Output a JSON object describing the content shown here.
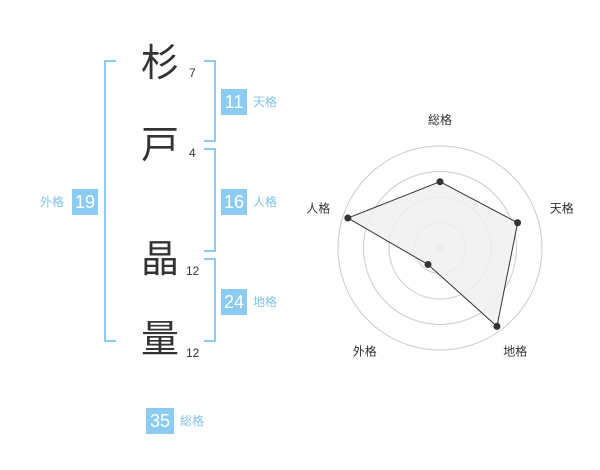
{
  "name": {
    "chars": [
      {
        "char": "杉",
        "strokes": "7"
      },
      {
        "char": "戸",
        "strokes": "4"
      },
      {
        "char": "晶",
        "strokes": "12"
      },
      {
        "char": "量",
        "strokes": "12"
      }
    ]
  },
  "kaku": {
    "tenkaku": {
      "value": "11",
      "label": "天格"
    },
    "jinkaku": {
      "value": "16",
      "label": "人格"
    },
    "chikaku": {
      "value": "24",
      "label": "地格"
    },
    "gaikaku": {
      "value": "19",
      "label": "外格"
    },
    "soukaku": {
      "value": "35",
      "label": "総格"
    }
  },
  "chart_data": {
    "type": "radar",
    "axes": [
      "総格",
      "天格",
      "地格",
      "外格",
      "人格"
    ],
    "values": [
      0.65,
      0.8,
      0.95,
      0.2,
      0.95
    ],
    "max": 1,
    "rings": 4,
    "colors": {
      "ring": "#cccccc",
      "fill": "#f0f0f0",
      "line": "#333333",
      "point": "#333333",
      "center": "#cccccc"
    }
  }
}
